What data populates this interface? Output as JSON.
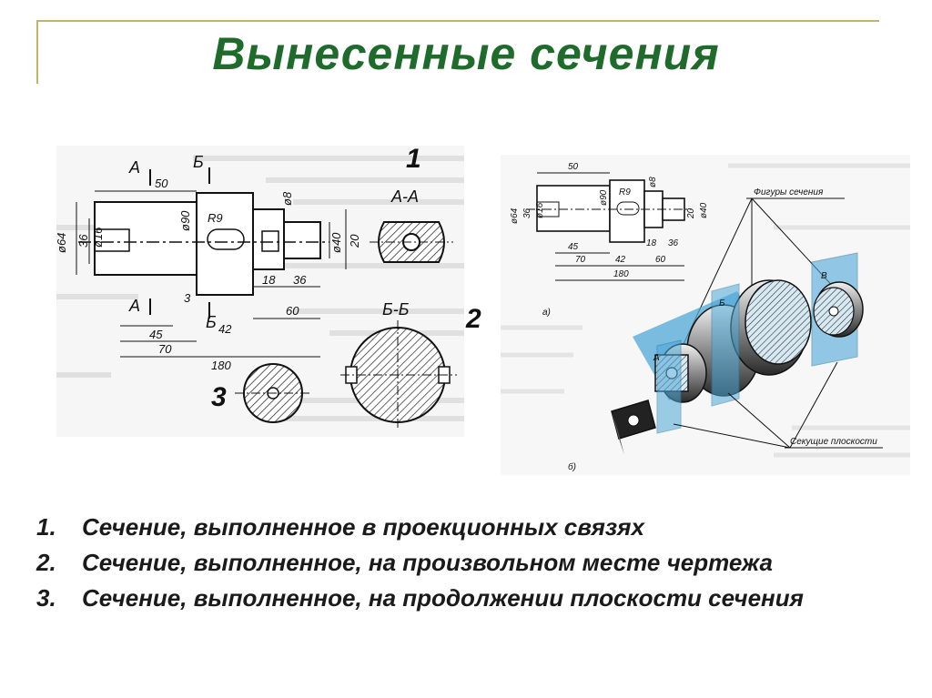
{
  "title": "Вынесенные сечения",
  "callouts": {
    "n1": "1",
    "n2": "2",
    "n3": "3"
  },
  "drawing_left": {
    "section_aa": "А-А",
    "section_bb": "Б-Б",
    "marker_a": "А",
    "marker_b": "Б",
    "dims": [
      "50",
      "ø64",
      "36",
      "ø16",
      "R9",
      "ø90",
      "ø8",
      "ø40",
      "20",
      "3",
      "45",
      "70",
      "180",
      "42",
      "18",
      "36",
      "60"
    ]
  },
  "drawing_right": {
    "label_figures": "Фигуры сечения",
    "label_planes": "Секущие плоскости",
    "plane_a": "А",
    "plane_b": "Б",
    "plane_v": "В",
    "sub_a": "а)",
    "sub_b": "б)",
    "dims": [
      "50",
      "ø64",
      "36",
      "ø16",
      "R9",
      "ø90",
      "ø8",
      "20",
      "ø40",
      "45",
      "70",
      "42",
      "18",
      "36",
      "60",
      "180"
    ]
  },
  "list": [
    {
      "n": "1.",
      "text": "Сечение, выполненное в проекционных связях"
    },
    {
      "n": "2.",
      "text": "Сечение, выполненное, на произвольном месте чертежа"
    },
    {
      "n": "3.",
      "text": "Сечение, выполненное, на продолжении плоскости сечения"
    }
  ],
  "colors": {
    "title": "#1f6b2c",
    "frame": "#c8b26a",
    "plane": "#4fa8d8"
  }
}
